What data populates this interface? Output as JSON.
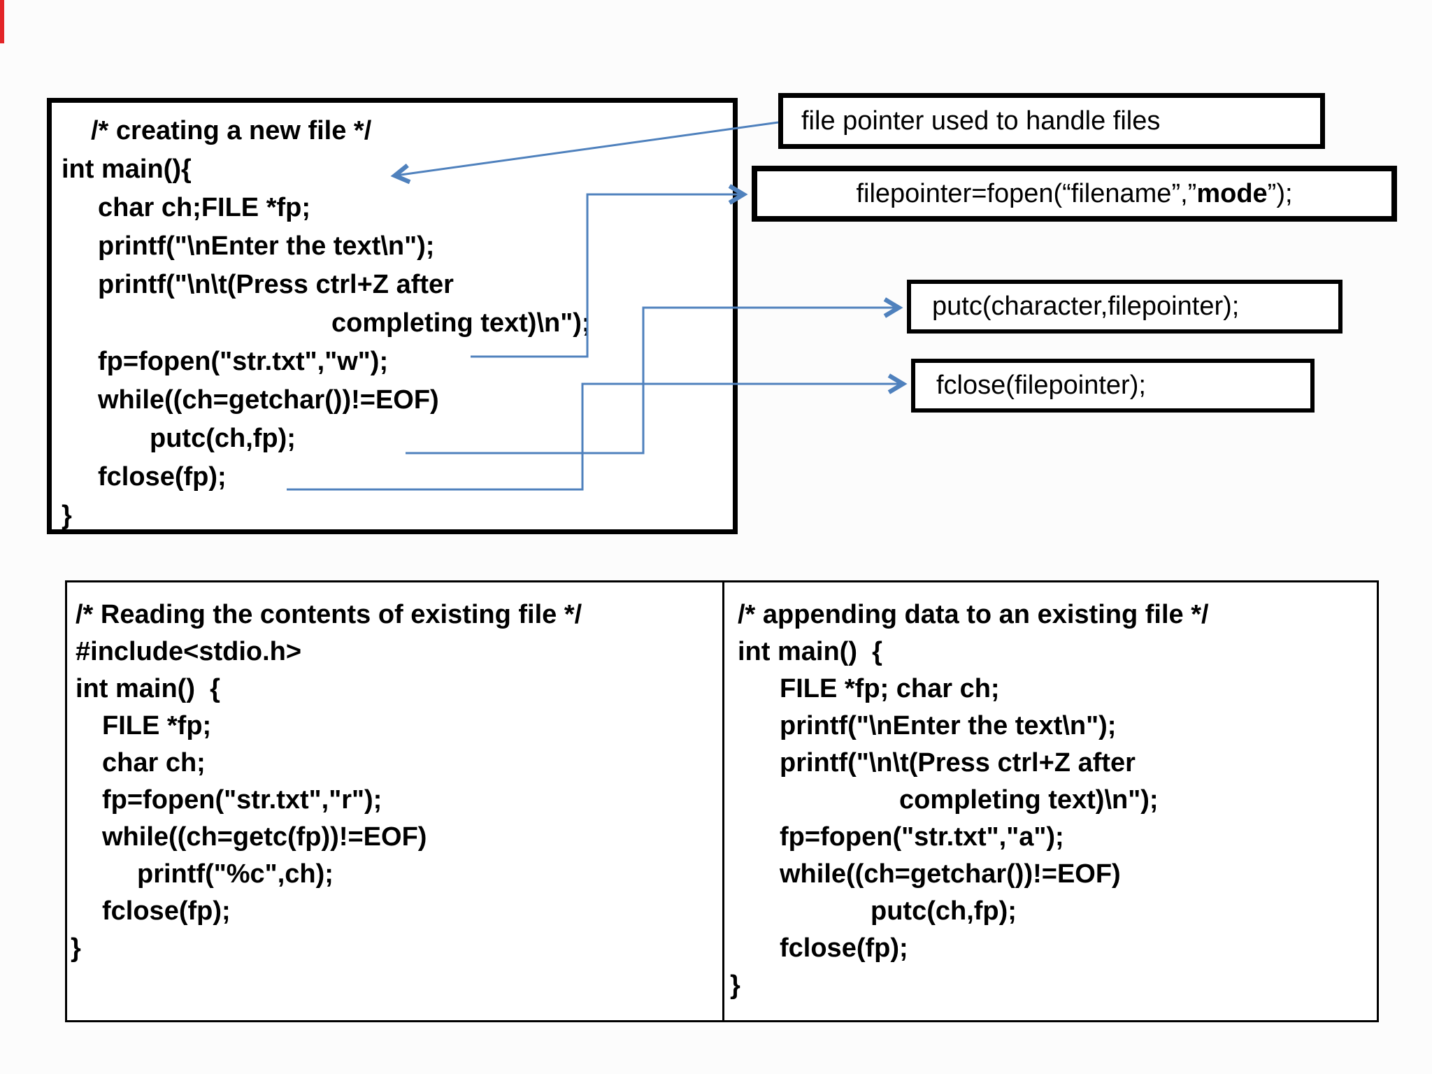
{
  "colors": {
    "connector": "#4f81bd",
    "box_border": "#000000",
    "background": "#fcfcfc"
  },
  "main_code_box": {
    "lines": [
      "/* creating a new file */",
      "int main(){",
      "char ch;FILE *fp;",
      "printf(\"\\nEnter the text\\n\");",
      "printf(\"\\n\\t(Press ctrl+Z after",
      "completing text)\\n\");",
      "fp=fopen(\"str.txt\",\"w\");",
      "while((ch=getchar())!=EOF)",
      "putc(ch,fp);",
      "fclose(fp);",
      "}"
    ]
  },
  "annotations": {
    "file_pointer_note": "file pointer used to handle files",
    "fopen_syntax": {
      "pre": "filepointer=fopen(“filename”,”",
      "bold": "mode",
      "post": "”);"
    },
    "putc_syntax": "putc(character,filepointer);",
    "fclose_syntax": "fclose(filepointer);"
  },
  "read_code_box": {
    "lines": [
      "/* Reading the contents of existing file */",
      "#include<stdio.h>",
      "int main()  {",
      "FILE *fp;",
      "char ch;",
      "fp=fopen(\"str.txt\",\"r\");",
      "while((ch=getc(fp))!=EOF)",
      "printf(\"%c\",ch);",
      "fclose(fp);",
      "}"
    ]
  },
  "append_code_box": {
    "lines": [
      "/* appending data to an existing file */",
      "int main()  {",
      "FILE *fp; char ch;",
      "printf(\"\\nEnter the text\\n\");",
      "printf(\"\\n\\t(Press ctrl+Z after",
      "completing text)\\n\");",
      "fp=fopen(\"str.txt\",\"a\");",
      "while((ch=getchar())!=EOF)",
      "putc(ch,fp);",
      "fclose(fp);",
      "}"
    ]
  }
}
